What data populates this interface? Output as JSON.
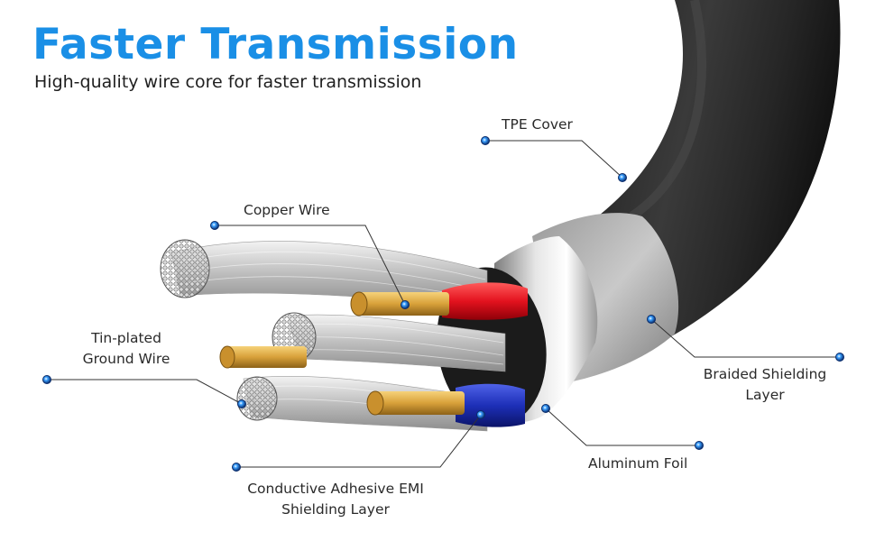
{
  "header": {
    "title": "Faster Transmission",
    "subtitle": "High-quality wire core for faster transmission"
  },
  "callouts": {
    "tpe_cover": "TPE Cover",
    "copper_wire": "Copper Wire",
    "ground_wire_line1": "Tin-plated",
    "ground_wire_line2": "Ground Wire",
    "braided_line1": "Braided Shielding",
    "braided_line2": "Layer",
    "aluminum_foil": "Aluminum Foil",
    "emi_line1": "Conductive Adhesive EMI",
    "emi_line2": "Shielding Layer"
  },
  "colors": {
    "title_blue": "#1a8fe6",
    "cable_black": "#2b2b2b",
    "red_insulation": "#e3121e",
    "blue_insulation": "#1d2fb8",
    "copper": "#d8a13a"
  }
}
